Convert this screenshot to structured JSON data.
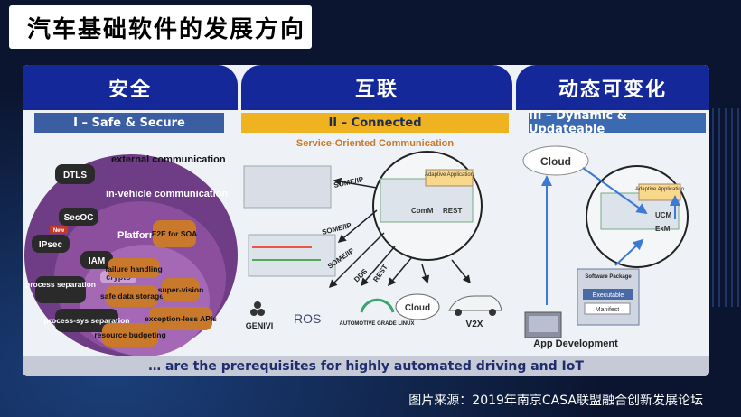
{
  "title": "汽车基础软件的发展方向",
  "columns": [
    {
      "header": "安全",
      "subheader": "I – Safe & Secure"
    },
    {
      "header": "互联",
      "subheader": "II – Connected"
    },
    {
      "header": "动态可变化",
      "subheader": "III – Dynamic & Updateable"
    }
  ],
  "safe": {
    "layers": [
      "external communication",
      "in-vehicle communication",
      "Platform"
    ],
    "badges": [
      "DTLS",
      "SecOC",
      "IPsec",
      "IAM",
      "process separation",
      "process-sys separation",
      "crypto",
      "failure handling",
      "safe data storage",
      "super-vision",
      "exception-less APIs",
      "resource budgeting",
      "E2E for SOA"
    ],
    "new_tag": "New"
  },
  "connected": {
    "soc_title": "Service-Oriented Communication",
    "protocols": [
      "SOME/IP",
      "SOME/IP",
      "SOME/IP",
      "DDS",
      "REST"
    ],
    "adaptive_app": "Adaptive Application",
    "modules": [
      "ComM",
      "REST"
    ],
    "logos": [
      "GENIVI",
      "ROS",
      "AUTOMOTIVE GRADE LINUX"
    ],
    "cloud": "Cloud",
    "v2x": "V2X"
  },
  "dynamic": {
    "cloud": "Cloud",
    "adaptive_app": "Adaptive Application",
    "modules": [
      "UCM",
      "ExM"
    ],
    "package": [
      "Software Package",
      "Executable",
      "Manifest"
    ],
    "app_dev": "App Development"
  },
  "footer": "… are the prerequisites for highly automated driving and IoT",
  "source": "图片来源：2019年南京CASA联盟融合创新发展论坛",
  "colors": {
    "header_blue": "#14289a",
    "connected_gold": "#efb321",
    "ellipse_purple": "#8b4f9e",
    "badge_orange": "#c9792c"
  }
}
